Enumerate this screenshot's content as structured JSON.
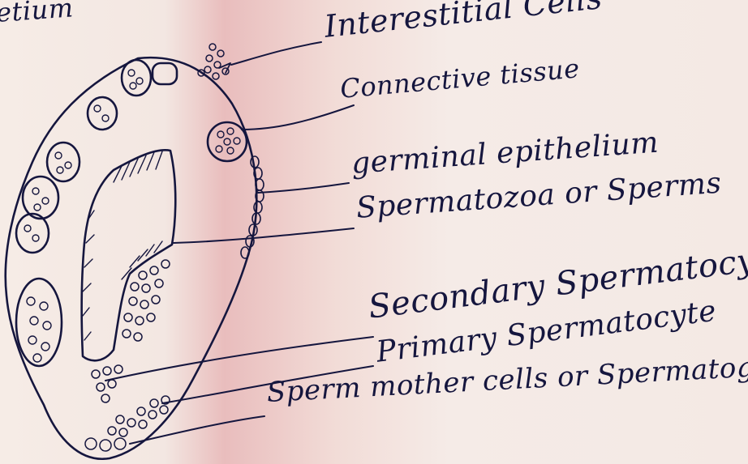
{
  "labels": {
    "top_fragment": "etium",
    "interstitial_cells": "Interestitial Cells",
    "connective_tissue": "Connective tissue",
    "germinal_epithelium": "germinal epithelium",
    "spermatozoa": "Spermatozoa or Sperms",
    "secondary_spermatocytes": "Secondary Spermatocytes",
    "primary_spermatocytes": "Primary Spermatocyte",
    "sperm_mother_cells": "Sperm mother cells or Spermatogonia"
  },
  "colors": {
    "ink": "#15163e",
    "paper": "#f4e9e4",
    "pink_band": "#e9bdbd"
  }
}
